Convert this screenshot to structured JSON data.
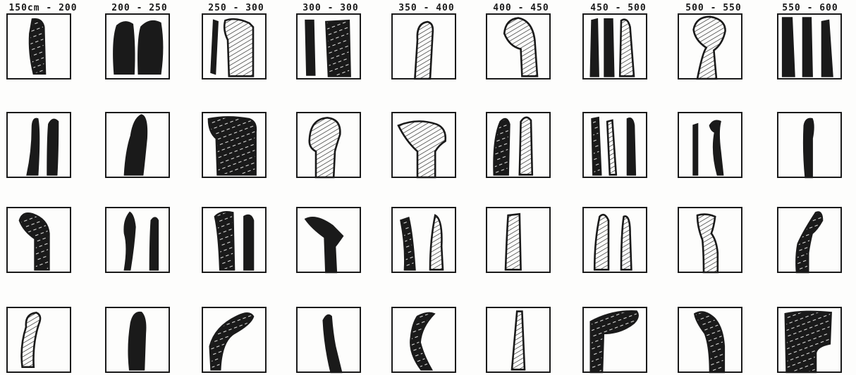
{
  "column_labels": [
    "150cm - 200",
    "200 - 250",
    "250 - 300",
    "300 - 300",
    "350 - 400",
    "400 - 450",
    "450 - 500",
    "500 - 550",
    "550 - 600"
  ],
  "colors": {
    "ink": "#1a1a1a",
    "paper": "#fdfdfc"
  },
  "fills": {
    "r0": [
      [
        "s"
      ],
      [
        "d",
        "d"
      ],
      [
        "d",
        "h"
      ],
      [
        "d",
        "s"
      ],
      [
        "h"
      ],
      [
        "h"
      ],
      [
        "d",
        "d",
        "h"
      ],
      [
        "h"
      ],
      [
        "d",
        "d",
        "d"
      ]
    ],
    "r1": [
      [
        "d",
        "d"
      ],
      [
        "d"
      ],
      [
        "s"
      ],
      [
        "h"
      ],
      [
        "h"
      ],
      [
        "s",
        "h"
      ],
      [
        "s",
        "h",
        "d"
      ],
      [
        "d",
        "d"
      ],
      [
        "d"
      ]
    ],
    "r2": [
      [
        "s"
      ],
      [
        "d",
        "d"
      ],
      [
        "s",
        "d"
      ],
      [
        "d"
      ],
      [
        "s",
        "h"
      ],
      [
        "h"
      ],
      [
        "h",
        "h"
      ],
      [
        "h"
      ],
      [
        "s"
      ]
    ],
    "r3": [
      [
        "h"
      ],
      [
        "d"
      ],
      [
        "s"
      ],
      [
        "d"
      ],
      [
        "s"
      ],
      [
        "h"
      ],
      [
        "s"
      ],
      [
        "s"
      ],
      [
        "s"
      ]
    ]
  }
}
